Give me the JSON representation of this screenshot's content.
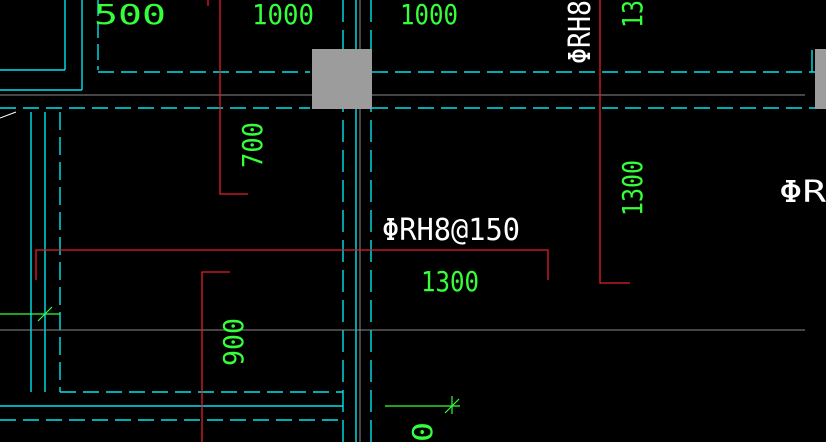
{
  "viewport": {
    "background": "#000000"
  },
  "colors": {
    "wall_cyan": "#00e5ee",
    "grid_gray": "#8a8a8a",
    "rebar_red": "#e0202a",
    "dim_green": "#35ff3a",
    "label_white": "#ffffff",
    "column_fill": "#9c9c9c"
  },
  "dimensions": {
    "top_left_partial": "500",
    "top_mid": "1000",
    "top_right": "1000",
    "top_vertical_right": "13",
    "mid_vertical_left": "700",
    "mid_vertical_right": "1300",
    "mid_horizontal": "1300",
    "bottom_vertical": "900",
    "bottom_partial": "0"
  },
  "rebar_labels": {
    "top_partial": "ΦRH8",
    "center": "ΦRH8@150",
    "right_partial": "ΦR"
  }
}
